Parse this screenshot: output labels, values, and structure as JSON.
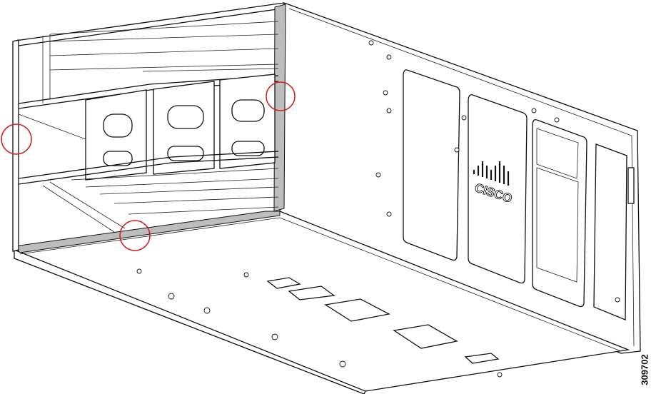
{
  "figure": {
    "figure_number": "309702",
    "logo_text": "CISCO",
    "callouts": [
      "left-rail-mount-point",
      "right-rail-mount-point",
      "bottom-rail-mount-point"
    ],
    "colors": {
      "line": "#111111",
      "callout": "#d42020",
      "rail_fill": "#bdbdbd"
    }
  }
}
